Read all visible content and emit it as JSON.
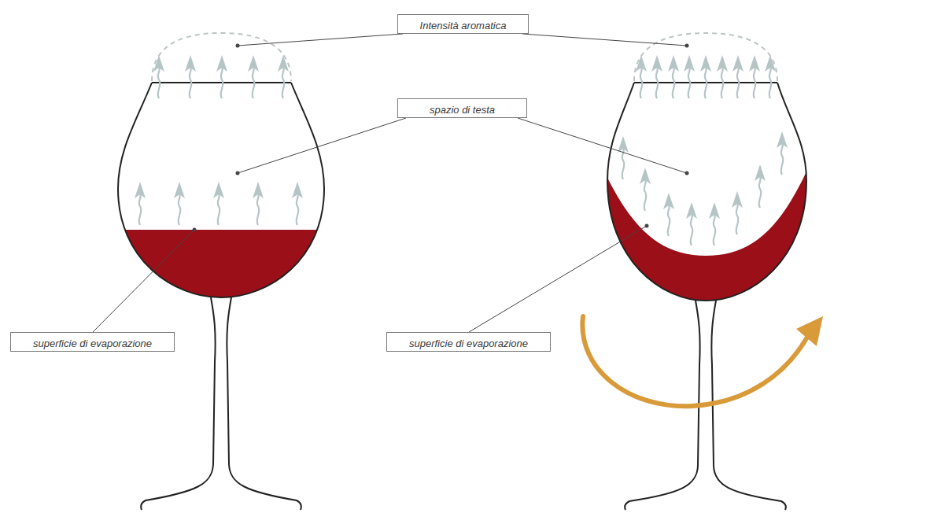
{
  "diagram": {
    "nodes": [
      {
        "text": [
          "Intensità aromatica"
        ]
      },
      {
        "text": [
          "spazio di testa"
        ]
      },
      {
        "text": [
          "superficie di evaporazione"
        ]
      },
      {
        "text": [
          "superficie di evaporazione"
        ]
      }
    ]
  }
}
